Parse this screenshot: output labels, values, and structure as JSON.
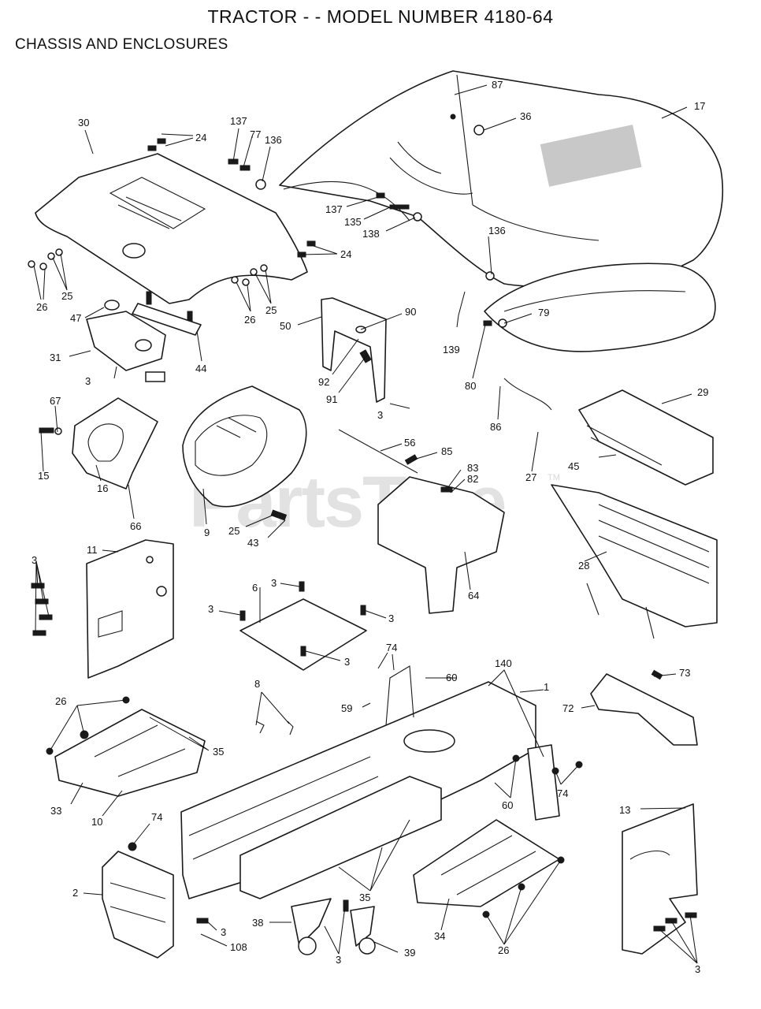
{
  "header": {
    "title": "TRACTOR - - MODEL NUMBER 4180-64",
    "section": "CHASSIS AND ENCLOSURES"
  },
  "watermark": {
    "text": "PartsTree",
    "mark": "TM"
  },
  "callouts": [
    {
      "id": "c87",
      "text": "87"
    },
    {
      "id": "c36",
      "text": "36"
    },
    {
      "id": "c17",
      "text": "17"
    },
    {
      "id": "c30",
      "text": "30"
    },
    {
      "id": "c24a",
      "text": "24"
    },
    {
      "id": "c137a",
      "text": "137"
    },
    {
      "id": "c77",
      "text": "77"
    },
    {
      "id": "c136a",
      "text": "136"
    },
    {
      "id": "c137b",
      "text": "137"
    },
    {
      "id": "c135",
      "text": "135"
    },
    {
      "id": "c138",
      "text": "138"
    },
    {
      "id": "c136b",
      "text": "136"
    },
    {
      "id": "c24b",
      "text": "24"
    },
    {
      "id": "c26a",
      "text": "26"
    },
    {
      "id": "c25a",
      "text": "25"
    },
    {
      "id": "c26b",
      "text": "26"
    },
    {
      "id": "c25b",
      "text": "25"
    },
    {
      "id": "c47",
      "text": "47"
    },
    {
      "id": "c50",
      "text": "50"
    },
    {
      "id": "c90",
      "text": "90"
    },
    {
      "id": "c79",
      "text": "79"
    },
    {
      "id": "c31",
      "text": "31"
    },
    {
      "id": "c44",
      "text": "44"
    },
    {
      "id": "c139",
      "text": "139"
    },
    {
      "id": "c3a",
      "text": "3"
    },
    {
      "id": "c92",
      "text": "92"
    },
    {
      "id": "c91",
      "text": "91"
    },
    {
      "id": "c80",
      "text": "80"
    },
    {
      "id": "c29",
      "text": "29"
    },
    {
      "id": "c67",
      "text": "67"
    },
    {
      "id": "c3b",
      "text": "3"
    },
    {
      "id": "c86",
      "text": "86"
    },
    {
      "id": "c15",
      "text": "15"
    },
    {
      "id": "c56",
      "text": "56"
    },
    {
      "id": "c85",
      "text": "85"
    },
    {
      "id": "c83",
      "text": "83"
    },
    {
      "id": "c27",
      "text": "27"
    },
    {
      "id": "c45",
      "text": "45"
    },
    {
      "id": "c82",
      "text": "82"
    },
    {
      "id": "c16",
      "text": "16"
    },
    {
      "id": "c66",
      "text": "66"
    },
    {
      "id": "c9",
      "text": "9"
    },
    {
      "id": "c25c",
      "text": "25"
    },
    {
      "id": "c43",
      "text": "43"
    },
    {
      "id": "c28",
      "text": "28"
    },
    {
      "id": "c11",
      "text": "11"
    },
    {
      "id": "c3c",
      "text": "3"
    },
    {
      "id": "c64",
      "text": "64"
    },
    {
      "id": "c3d",
      "text": "3"
    },
    {
      "id": "c6",
      "text": "6"
    },
    {
      "id": "c3e",
      "text": "3"
    },
    {
      "id": "c3f",
      "text": "3"
    },
    {
      "id": "c3g",
      "text": "3"
    },
    {
      "id": "c74a",
      "text": "74"
    },
    {
      "id": "c140",
      "text": "140"
    },
    {
      "id": "c60a",
      "text": "60"
    },
    {
      "id": "c73",
      "text": "73"
    },
    {
      "id": "c8",
      "text": "8"
    },
    {
      "id": "c1",
      "text": "1"
    },
    {
      "id": "c26c",
      "text": "26"
    },
    {
      "id": "c59",
      "text": "59"
    },
    {
      "id": "c72",
      "text": "72"
    },
    {
      "id": "c35a",
      "text": "35"
    },
    {
      "id": "c60b",
      "text": "60"
    },
    {
      "id": "c74b",
      "text": "74"
    },
    {
      "id": "c33",
      "text": "33"
    },
    {
      "id": "c10",
      "text": "10"
    },
    {
      "id": "c13",
      "text": "13"
    },
    {
      "id": "c74c",
      "text": "74"
    },
    {
      "id": "c2",
      "text": "2"
    },
    {
      "id": "c35b",
      "text": "35"
    },
    {
      "id": "c3h",
      "text": "3"
    },
    {
      "id": "c38",
      "text": "38"
    },
    {
      "id": "c108",
      "text": "108"
    },
    {
      "id": "c34",
      "text": "34"
    },
    {
      "id": "c26d",
      "text": "26"
    },
    {
      "id": "c39",
      "text": "39"
    },
    {
      "id": "c3i",
      "text": "3"
    },
    {
      "id": "c3j",
      "text": "3"
    }
  ]
}
